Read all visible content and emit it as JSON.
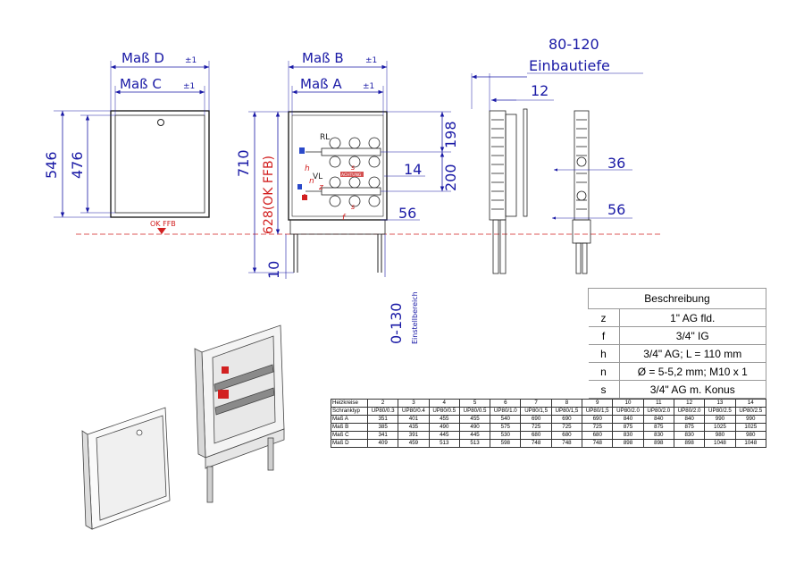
{
  "dimensions": {
    "mass_d": "Maß D",
    "mass_c": "Maß C",
    "mass_b": "Maß B",
    "mass_a": "Maß A",
    "tol": "±1",
    "h546": "546",
    "h476": "476",
    "h710": "710",
    "h628": "628(OK FFB)",
    "h198": "198",
    "h200": "200",
    "h14": "14",
    "h56": "56",
    "h10": "10",
    "range": "0-130",
    "einstell": "Einstellbereich",
    "depth_range": "80-120",
    "einbautiefe": "Einbautiefe",
    "d12": "12",
    "d36": "36",
    "d56b": "56",
    "ok_ffb": "OK FFB",
    "rl": "RL",
    "vl": "VL",
    "lbl_h": "h",
    "lbl_n": "n",
    "lbl_z": "z",
    "lbl_f": "f",
    "lbl_s": "s",
    "brand": "ACHTUNG"
  },
  "description": {
    "header": "Beschreibung",
    "rows": [
      {
        "k": "z",
        "v": "1\" AG fld."
      },
      {
        "k": "f",
        "v": "3/4\" IG"
      },
      {
        "k": "h",
        "v": "3/4\" AG; L = 110 mm"
      },
      {
        "k": "n",
        "v": "Ø = 5-5,2 mm; M10 x 1"
      },
      {
        "k": "s",
        "v": "3/4\" AG m. Konus"
      }
    ]
  },
  "sizes": {
    "rows": [
      [
        "Heizkreise",
        "2",
        "3",
        "4",
        "5",
        "6",
        "7",
        "8",
        "9",
        "10",
        "11",
        "12",
        "13",
        "14"
      ],
      [
        "Schranktyp",
        "UP80/0.3",
        "UP80/0.4",
        "UP80/0.5",
        "UP80/0.5",
        "UP80/1.0",
        "UP80/1,5",
        "UP80/1,5",
        "UP80/1,5",
        "UP80/2.0",
        "UP80/2.0",
        "UP80/2.0",
        "UP80/2.5",
        "UP80/2.5"
      ],
      [
        "Maß A",
        "351",
        "401",
        "455",
        "455",
        "540",
        "690",
        "690",
        "690",
        "840",
        "840",
        "840",
        "990",
        "990"
      ],
      [
        "Maß B",
        "385",
        "435",
        "490",
        "490",
        "575",
        "725",
        "725",
        "725",
        "875",
        "875",
        "875",
        "1025",
        "1025"
      ],
      [
        "Maß C",
        "341",
        "391",
        "445",
        "445",
        "530",
        "680",
        "680",
        "680",
        "830",
        "830",
        "830",
        "980",
        "980"
      ],
      [
        "Maß D",
        "409",
        "459",
        "513",
        "513",
        "598",
        "748",
        "748",
        "748",
        "898",
        "898",
        "898",
        "1048",
        "1048"
      ]
    ]
  },
  "colors": {
    "dim": "#1a1aa6",
    "ref": "#d22020",
    "line": "#222222"
  }
}
